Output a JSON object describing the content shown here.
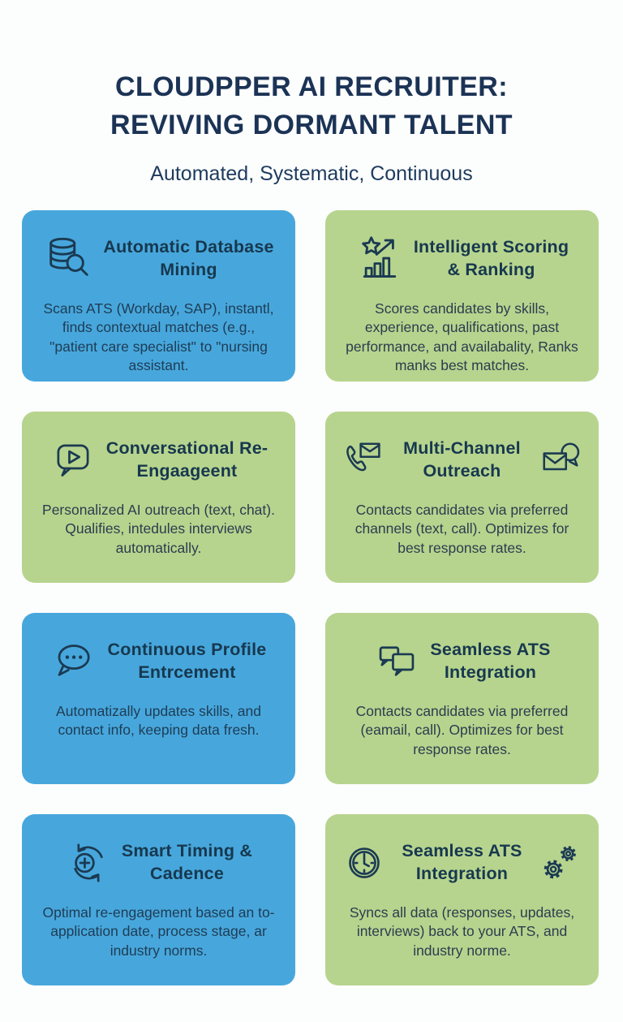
{
  "header": {
    "title_line1": "CLOUDPPER AI RECRUITER:",
    "title_line2": "REVIVING DORMANT TALENT",
    "subtitle": "Automated, Systematic, Continuous"
  },
  "colors": {
    "card_blue": "#47a7dc",
    "card_green": "#b7d48e",
    "navy_text": "#1b3355",
    "icon_stroke": "#1b3a52",
    "background": "#fcfdfd"
  },
  "cards": [
    {
      "color": "blue",
      "icon": "database-search-icon",
      "title_line1": "Automatic Database",
      "title_line2": "Mining",
      "body": "Scans ATS (Workday, SAP), instantl, finds contextual matches (e.g., \"patient care specialist\" to \"nursing assistant."
    },
    {
      "color": "green",
      "icon": "star-growth-chart-icon",
      "title_line1": "Intelligent Scoring",
      "title_line2": "& Ranking",
      "body": "Scores candidates by skills, experience, qualifications, past performance, and availabality, Ranks manks best matches."
    },
    {
      "color": "green",
      "icon": "chat-play-icon",
      "title_line1": "Conversational Re-",
      "title_line2": "Engaageent",
      "body": "Personalized AI outreach (text, chat). Qualifies, intedules interviews automatically."
    },
    {
      "color": "green",
      "icon": "phone-envelope-icon",
      "icon_right": "envelope-chat-icon",
      "title_line1": "Multi-Channel",
      "title_line2": "Outreach",
      "body": "Contacts candidates via preferred channels (text, call). Optimizes for best response rates."
    },
    {
      "color": "blue",
      "icon": "chat-ellipsis-icon",
      "title_line1": "Continuous Profile",
      "title_line2": "Entrcement",
      "body": "Automatizally updates skills, and contact info, keeping data fresh."
    },
    {
      "color": "green",
      "icon": "dual-chat-icon",
      "title_line1": "Seamless ATS",
      "title_line2": "Integration",
      "body": "Contacts candidates via preferred (eamail, call). Optimizes for best response rates."
    },
    {
      "color": "blue",
      "icon": "refresh-plus-icon",
      "title_line1": "Smart Timing &",
      "title_line2": "Cadence",
      "body": "Optimal re-engagement based an to-application date, process stage, ar industry norms."
    },
    {
      "color": "green",
      "icon": "clock-icon",
      "icon_right": "gears-icon",
      "title_line1": "Seamless ATS",
      "title_line2": "Integration",
      "body": "Syncs all data (responses, updates, interviews) back to your ATS, and industry norme."
    }
  ]
}
